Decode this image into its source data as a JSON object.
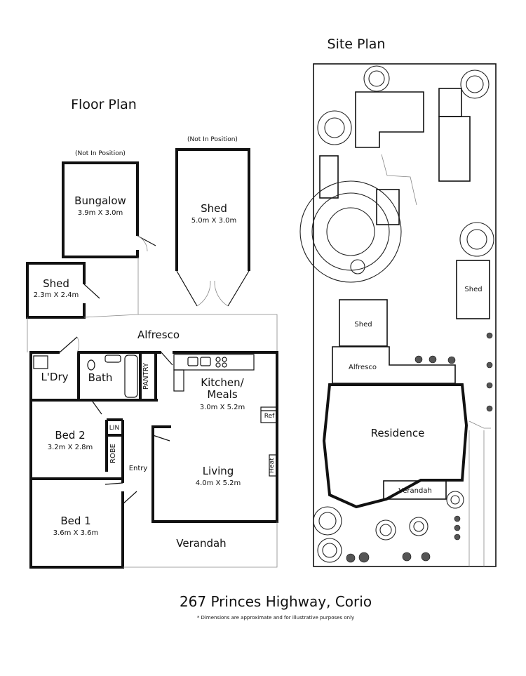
{
  "floor_plan": {
    "heading": "Floor Plan",
    "not_in_position_1": "(Not In Position)",
    "not_in_position_2": "(Not In Position)",
    "bungalow": {
      "name": "Bungalow",
      "dims": "3.9m X 3.0m"
    },
    "shed_large": {
      "name": "Shed",
      "dims": "5.0m X 3.0m"
    },
    "shed_small": {
      "name": "Shed",
      "dims": "2.3m X 2.4m"
    },
    "alfresco": "Alfresco",
    "laundry": "L'Dry",
    "bath": "Bath",
    "pantry": "PANTRY",
    "kitchen": {
      "name_line1": "Kitchen/",
      "name_line2": "Meals",
      "dims": "3.0m X 5.2m"
    },
    "ref": "Ref",
    "bed2": {
      "name": "Bed 2",
      "dims": "3.2m X 2.8m"
    },
    "lin": "LIN",
    "robe": "ROBE",
    "entry": "Entry",
    "living": {
      "name": "Living",
      "dims": "4.0m X 5.2m"
    },
    "heat": "Heat",
    "bed1": {
      "name": "Bed 1",
      "dims": "3.6m X 3.6m"
    },
    "verandah": "Verandah"
  },
  "site_plan": {
    "heading": "Site Plan",
    "shed_right": "Shed",
    "shed_mid": "Shed",
    "alfresco": "Alfresco",
    "residence": "Residence",
    "verandah": "Verandah"
  },
  "footer": {
    "address": "267 Princes Highway, Corio",
    "disclaimer": "* Dimensions are approximate and for illustrative purposes only"
  }
}
